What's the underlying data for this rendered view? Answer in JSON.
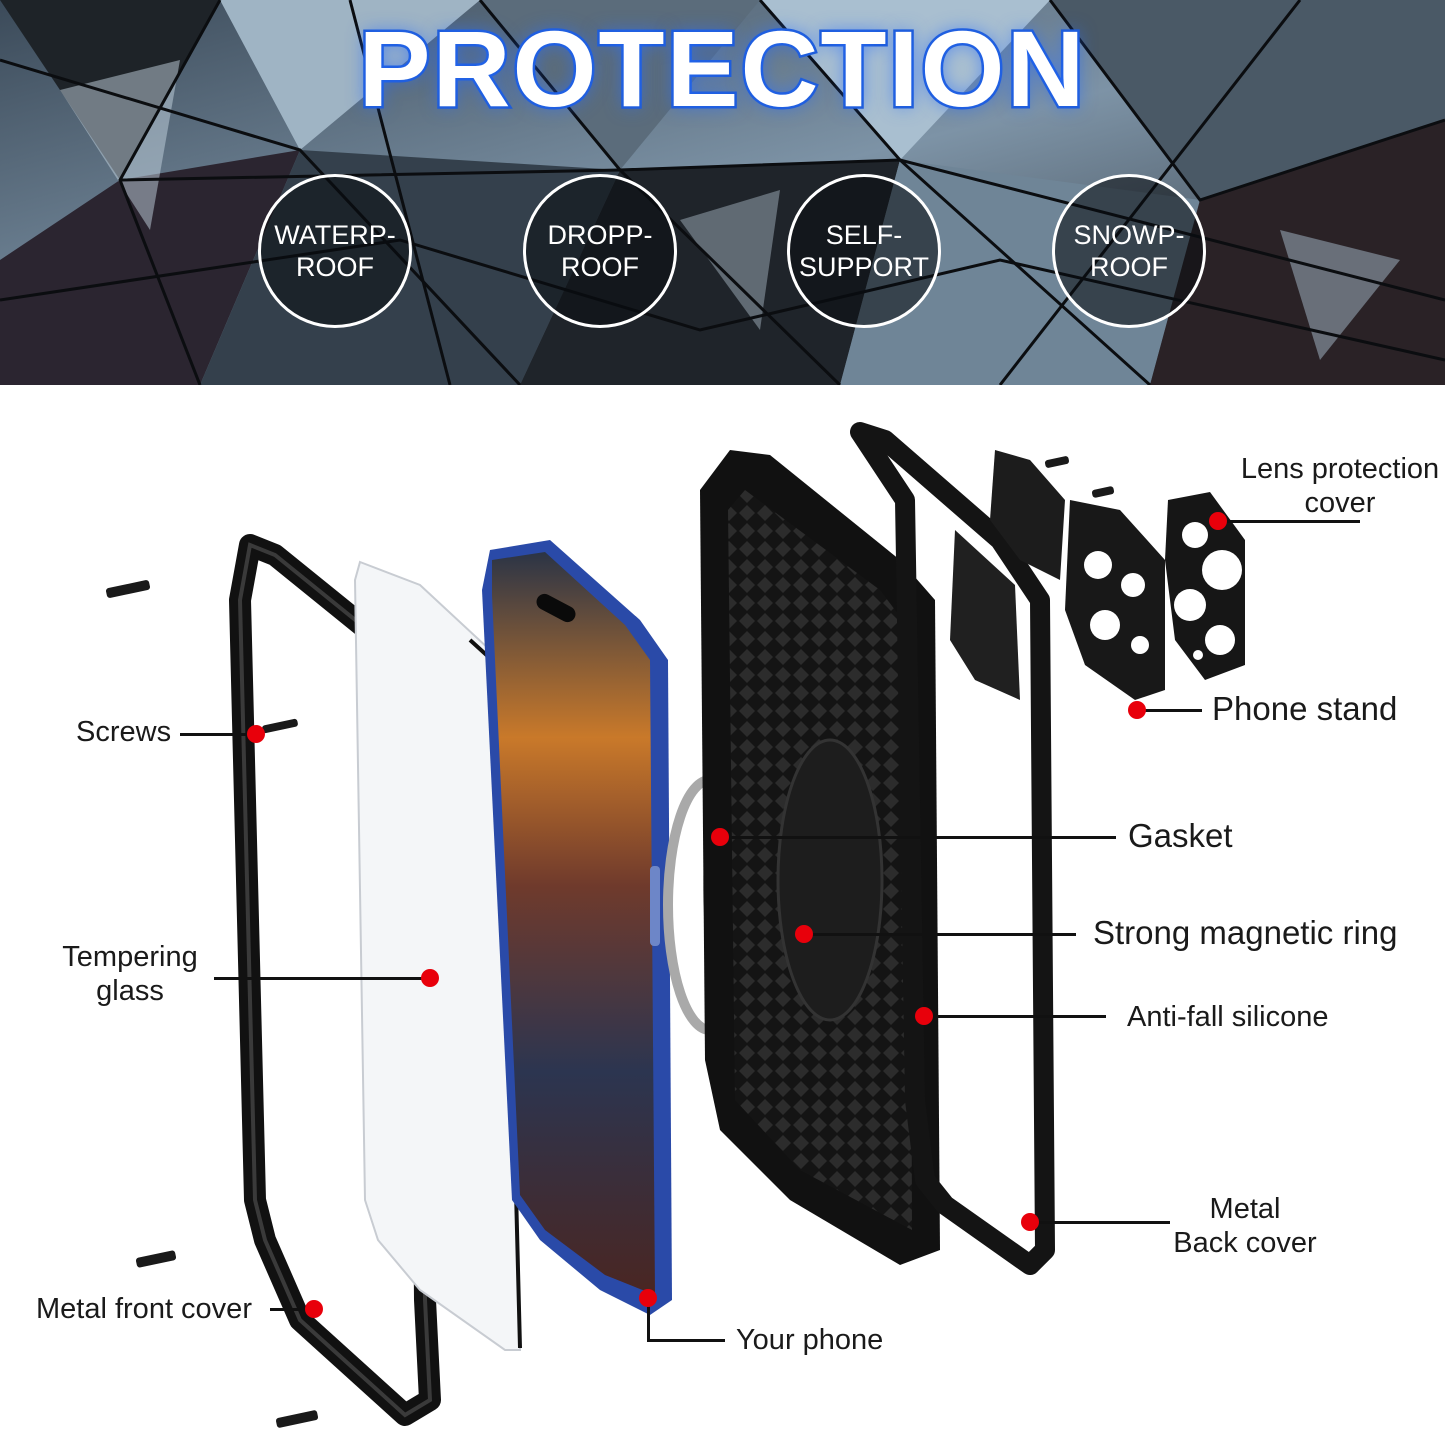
{
  "banner": {
    "title": "PROTECTION",
    "features": [
      {
        "line1": "WATERP-",
        "line2": "ROOF"
      },
      {
        "line1": "DROPP-",
        "line2": "ROOF"
      },
      {
        "line1": "SELF-",
        "line2": "SUPPORT"
      },
      {
        "line1": "SNOWP-",
        "line2": "ROOF"
      }
    ]
  },
  "labels": {
    "lens_line1": "Lens protection",
    "lens_line2": "cover",
    "phone_stand": "Phone stand",
    "screws": "Screws",
    "gasket": "Gasket",
    "magnetic_ring": "Strong magnetic ring",
    "tempering_line1": "Tempering",
    "tempering_line2": "glass",
    "anti_fall": "Anti-fall silicone",
    "back_line1": "Metal",
    "back_line2": "Back cover",
    "front_cover": "Metal front cover",
    "your_phone": "Your phone"
  },
  "colors": {
    "title_outline": "#1e5bd6",
    "callout_dot": "#e8000b",
    "phone_frame": "#2a4aa8"
  }
}
